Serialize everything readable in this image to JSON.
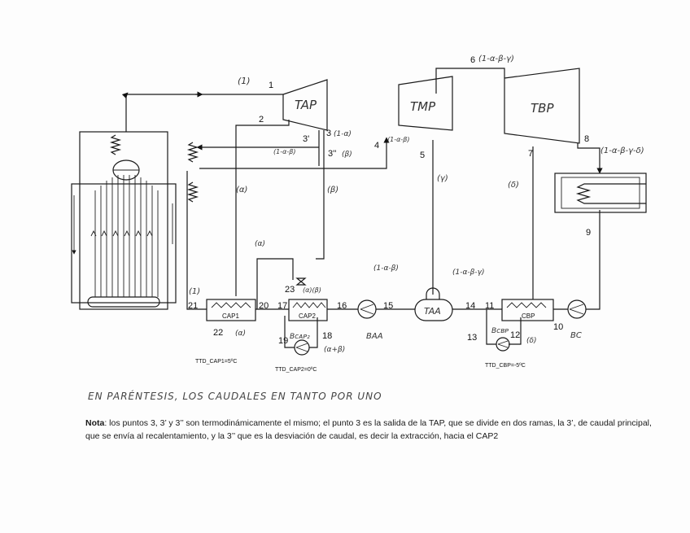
{
  "components": {
    "tap": "TAP",
    "tmp": "TMP",
    "tbp": "TBP",
    "cap1": "CAP1",
    "cap2": "CAP2",
    "cbp": "CBP",
    "taa": "TAA",
    "baa": "BAA",
    "bcap2": "Bᴄᴀᴘ₂",
    "bcbp": "Bᴄʙᴘ",
    "bc": "BC"
  },
  "points": [
    "1",
    "2",
    "3",
    "3'",
    "3''",
    "4",
    "5",
    "6",
    "7",
    "8",
    "9",
    "10",
    "11",
    "12",
    "13",
    "14",
    "15",
    "16",
    "17",
    "18",
    "19",
    "20",
    "21",
    "22",
    "23"
  ],
  "flow_labels": {
    "p1": "(1)",
    "p3": "(1-α)",
    "p3p": "(1-α-β)",
    "p3pp": "(β)",
    "p4": "(1-α-β)",
    "p6": "(1-α-β-γ)",
    "p8": "(1-α-β-γ-δ)",
    "alpha": "(α)",
    "beta": "(β)",
    "gamma": "(γ)",
    "delta": "(δ)",
    "p21": "(1)",
    "p22": "(α)",
    "p23": "(α)(β)",
    "p18": "(α+β)",
    "p12": "(δ)",
    "taa_in": "(1-α-β)",
    "taa_out": "(1-α-β-γ)",
    "loop": "(α)"
  },
  "ttd": {
    "cap1": "TTD_CAP1=5ºC",
    "cap2": "TTD_CAP2=0ºC",
    "cbp": "TTD_CBP=-5ºC"
  },
  "handwritten_note": "EN PARÉNTESIS, LOS CAUDALES EN TANTO POR UNO",
  "note": {
    "label": "Nota",
    "text": ": los puntos 3, 3’ y 3’’ son termodinámicamente el mismo; el punto 3 es la salida de la TAP, que se divide en dos ramas, la 3’, de caudal principal, que se envía al recalentamiento, y la 3’’ que es la desviación de caudal, es decir la extracción, hacia el CAP2"
  }
}
